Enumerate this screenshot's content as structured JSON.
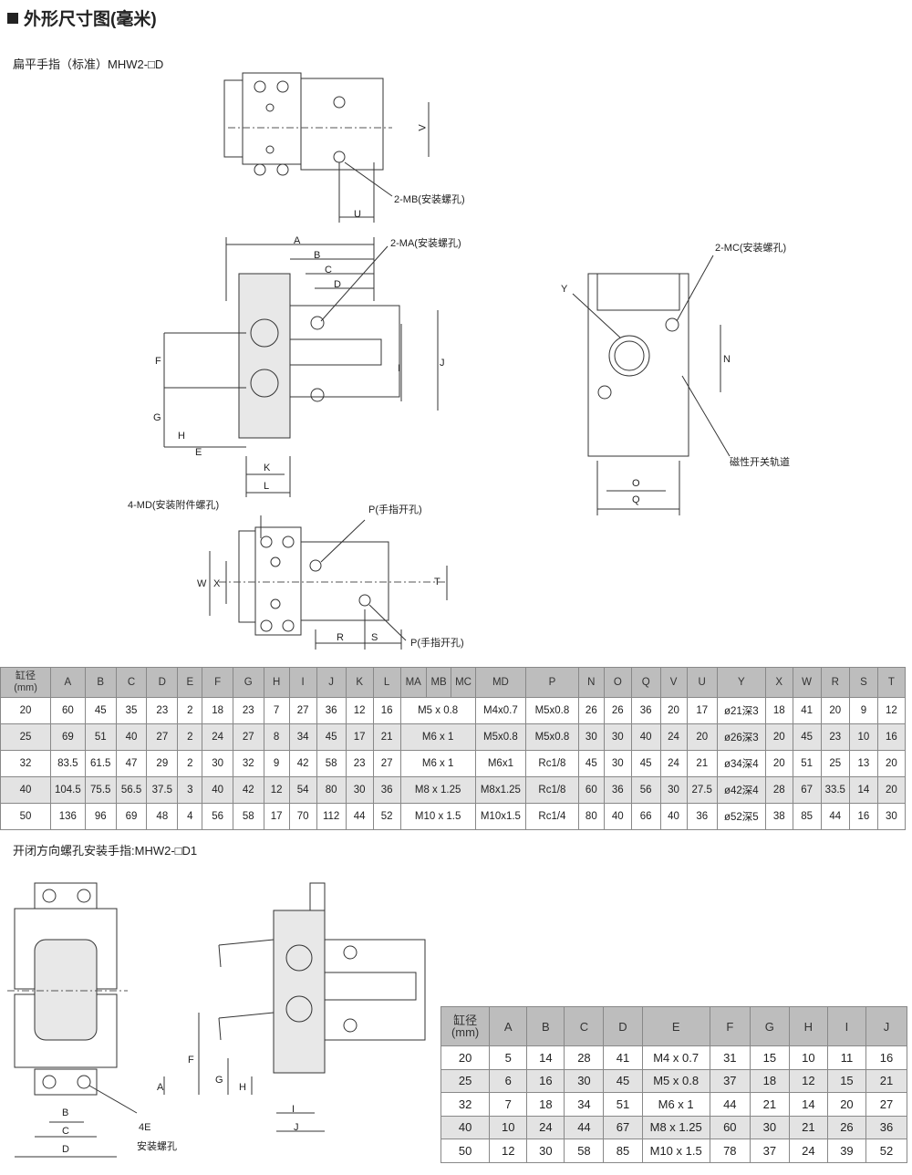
{
  "title": "外形尺寸图(毫米)",
  "section1": {
    "subtitle": "扁平手指（标准）MHW2-□D",
    "labels": {
      "u": "U",
      "v": "V",
      "mb": "2-MB(安装螺孔)",
      "a": "A",
      "b": "B",
      "c": "C",
      "d": "D",
      "ma": "2-MA(安装螺孔)",
      "f": "F",
      "g": "G",
      "h": "H",
      "e": "E",
      "i": "I",
      "j": "J",
      "k": "K",
      "l": "L",
      "mc": "2-MC(安装螺孔)",
      "y": "Y",
      "n": "N",
      "o": "O",
      "q": "Q",
      "rail": "磁性开关轨道",
      "md": "4-MD(安装附件螺孔)",
      "p1": "P(手指开孔)",
      "p2": "P(手指开孔)",
      "w": "W",
      "x": "X",
      "t": "T",
      "r": "R",
      "s": "S"
    }
  },
  "table1": {
    "header_line1": "缸径",
    "header_line2": "(mm)",
    "columns": [
      "A",
      "B",
      "C",
      "D",
      "E",
      "F",
      "G",
      "H",
      "I",
      "J",
      "K",
      "L",
      "MA",
      "MB",
      "MC",
      "MD",
      "P",
      "N",
      "O",
      "Q",
      "V",
      "U",
      "Y",
      "X",
      "W",
      "R",
      "S",
      "T"
    ],
    "rows": [
      {
        "bore": "20",
        "a": [
          "60",
          "45",
          "35",
          "23",
          "2",
          "18",
          "23",
          "7",
          "27",
          "36",
          "12",
          "16"
        ],
        "mabc": "M5 x 0.8",
        "b": [
          "M4x0.7",
          "M5x0.8",
          "26",
          "26",
          "36",
          "20",
          "17",
          "ø21深3",
          "18",
          "41",
          "20",
          "9",
          "12"
        ]
      },
      {
        "bore": "25",
        "a": [
          "69",
          "51",
          "40",
          "27",
          "2",
          "24",
          "27",
          "8",
          "34",
          "45",
          "17",
          "21"
        ],
        "mabc": "M6 x 1",
        "b": [
          "M5x0.8",
          "M5x0.8",
          "30",
          "30",
          "40",
          "24",
          "20",
          "ø26深3",
          "20",
          "45",
          "23",
          "10",
          "16"
        ]
      },
      {
        "bore": "32",
        "a": [
          "83.5",
          "61.5",
          "47",
          "29",
          "2",
          "30",
          "32",
          "9",
          "42",
          "58",
          "23",
          "27"
        ],
        "mabc": "M6 x 1",
        "b": [
          "M6x1",
          "Rc1/8",
          "45",
          "30",
          "45",
          "24",
          "21",
          "ø34深4",
          "20",
          "51",
          "25",
          "13",
          "20"
        ]
      },
      {
        "bore": "40",
        "a": [
          "104.5",
          "75.5",
          "56.5",
          "37.5",
          "3",
          "40",
          "42",
          "12",
          "54",
          "80",
          "30",
          "36"
        ],
        "mabc": "M8 x 1.25",
        "b": [
          "M8x1.25",
          "Rc1/8",
          "60",
          "36",
          "56",
          "30",
          "27.5",
          "ø42深4",
          "28",
          "67",
          "33.5",
          "14",
          "20"
        ]
      },
      {
        "bore": "50",
        "a": [
          "136",
          "96",
          "69",
          "48",
          "4",
          "56",
          "58",
          "17",
          "70",
          "112",
          "44",
          "52"
        ],
        "mabc": "M10 x 1.5",
        "b": [
          "M10x1.5",
          "Rc1/4",
          "80",
          "40",
          "66",
          "40",
          "36",
          "ø52深5",
          "38",
          "85",
          "44",
          "16",
          "30"
        ]
      }
    ]
  },
  "section2": {
    "subtitle": "开闭方向螺孔安装手指:MHW2-□D1",
    "labels": {
      "a": "A",
      "b": "B",
      "c": "C",
      "d": "D",
      "e4": "4E",
      "hole": "安装螺孔",
      "f": "F",
      "g": "G",
      "h": "H",
      "i": "I",
      "j": "J"
    }
  },
  "table2": {
    "header_line1": "缸径",
    "header_line2": "(mm)",
    "columns": [
      "A",
      "B",
      "C",
      "D",
      "E",
      "F",
      "G",
      "H",
      "I",
      "J"
    ],
    "rows": [
      [
        "20",
        "5",
        "14",
        "28",
        "41",
        "M4 x 0.7",
        "31",
        "15",
        "10",
        "11",
        "16"
      ],
      [
        "25",
        "6",
        "16",
        "30",
        "45",
        "M5 x 0.8",
        "37",
        "18",
        "12",
        "15",
        "21"
      ],
      [
        "32",
        "7",
        "18",
        "34",
        "51",
        "M6 x 1",
        "44",
        "21",
        "14",
        "20",
        "27"
      ],
      [
        "40",
        "10",
        "24",
        "44",
        "67",
        "M8 x 1.25",
        "60",
        "30",
        "21",
        "26",
        "36"
      ],
      [
        "50",
        "12",
        "30",
        "58",
        "85",
        "M10 x 1.5",
        "78",
        "37",
        "24",
        "39",
        "52"
      ]
    ]
  }
}
